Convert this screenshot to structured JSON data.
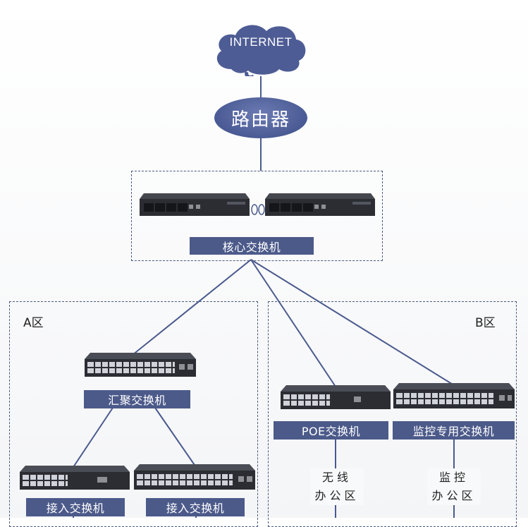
{
  "internet_label": "INTERNET",
  "router_label": "路由器",
  "core_switch_label": "核心交换机",
  "zone_a_label": "A区",
  "zone_b_label": "B区",
  "aggregation_switch_label": "汇聚交换机",
  "access_switch_1_label": "接入交换机",
  "access_switch_2_label": "接入交换机",
  "poe_switch_label": "POE交换机",
  "monitor_switch_label": "监控专用交换机",
  "wireless_office_label_line1": "无线",
  "wireless_office_label_line2": "办公区",
  "monitor_office_label_line1": "监控",
  "monitor_office_label_line2": "办公区",
  "colors": {
    "label_bg": "#4c5a8a",
    "line": "#4a5a8e",
    "cloud": "#4e5c95",
    "switch_body": "#2b2d33"
  }
}
